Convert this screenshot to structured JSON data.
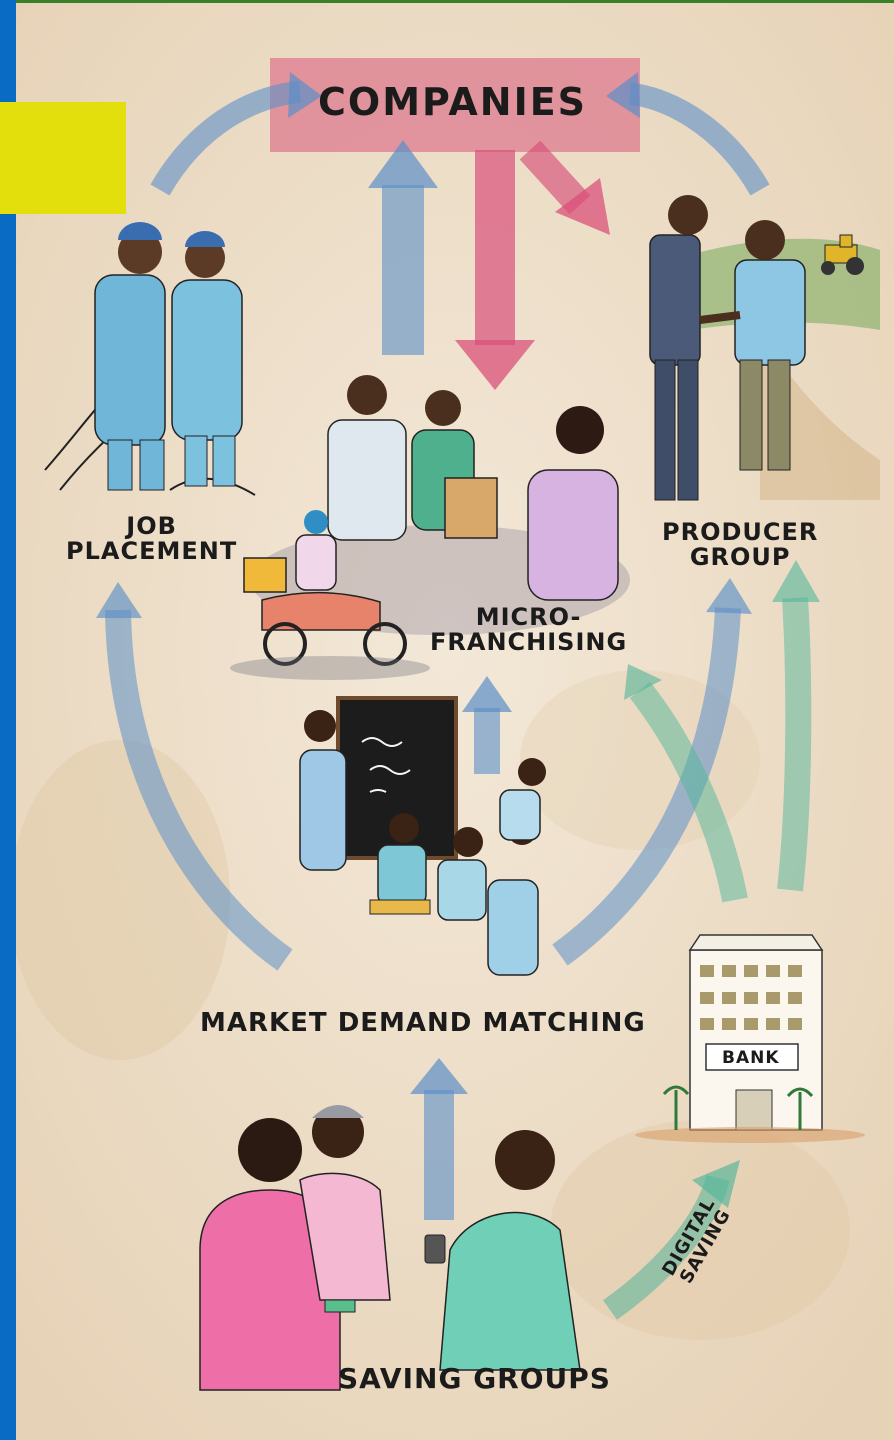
{
  "labels": {
    "companies": "COMPANIES",
    "job_placement": "JOB\nPLACEMENT",
    "producer_group": "PRODUCER\nGROUP",
    "micro_franchising": "MICRO-\nFRANCHISING",
    "market_demand_matching": "MARKET DEMAND MATCHING",
    "bank_sign": "BANK",
    "digital_saving": "DIGITAL\nSAVING",
    "saving_groups": "SAVING GROUPS"
  },
  "colors": {
    "background": "#efe2cf",
    "edge_bar": "#0a6bc4",
    "top_rule": "#3a7f2a",
    "yellow_tab": "#e2df0d",
    "companies_band": "#d9577b",
    "blue_arrow": "#5b8fc8",
    "pink_arrow": "#d9507a",
    "teal_arrow": "#52b59a",
    "chalkboard": "#1c1c1c"
  },
  "icons": [
    "workers-illustration",
    "handshake-illustration",
    "tractor-icon",
    "scooter-illustration",
    "shop-counter-illustration",
    "classroom-illustration",
    "bank-building-illustration",
    "saving-group-illustration"
  ]
}
